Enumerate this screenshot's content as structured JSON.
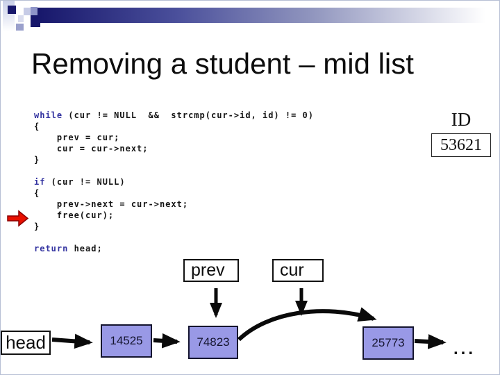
{
  "slide": {
    "title": "Removing a student – mid list"
  },
  "code": {
    "lines": [
      [
        {
          "t": "while",
          "k": true
        },
        {
          "t": " (cur != NULL  &&  strcmp(cur->id, id) != 0)"
        }
      ],
      [
        {
          "t": "{"
        }
      ],
      [
        {
          "t": "    prev = cur;"
        }
      ],
      [
        {
          "t": "    cur = cur->next;"
        }
      ],
      [
        {
          "t": "}"
        }
      ],
      [],
      [
        {
          "t": "if",
          "k": true
        },
        {
          "t": " (cur != NULL)"
        }
      ],
      [
        {
          "t": "{"
        }
      ],
      [
        {
          "t": "    prev->next = cur->next;"
        }
      ],
      [
        {
          "t": "    free(cur);"
        }
      ],
      [
        {
          "t": "}"
        }
      ],
      [],
      [
        {
          "t": "return",
          "k": true
        },
        {
          "t": " head;"
        }
      ]
    ]
  },
  "id_panel": {
    "label": "ID",
    "value": "53621"
  },
  "pointers": {
    "prev_label": "prev",
    "cur_label": "cur"
  },
  "list": {
    "head_label": "head",
    "nodes": [
      "14525",
      "74823",
      "25773"
    ],
    "ellipsis": "..."
  },
  "colors": {
    "keyword": "#3333a0",
    "navy_accent": "#17176b",
    "node_fill": "#9999e6",
    "exec_arrow_fill": "#e81000",
    "exec_arrow_stroke": "#8b0000"
  }
}
